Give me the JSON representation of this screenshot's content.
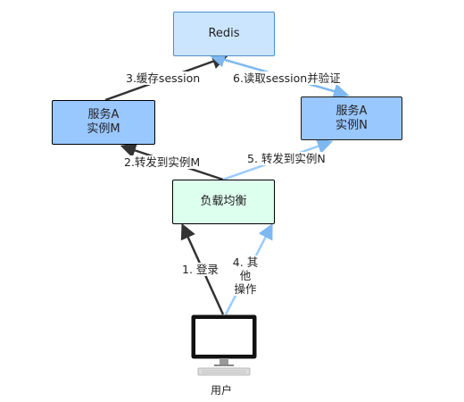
{
  "nodes": {
    "redis": {
      "label": "Redis"
    },
    "service_m": {
      "line1": "服务A",
      "line2": "实例M"
    },
    "service_n": {
      "line1": "服务A",
      "line2": "实例N"
    },
    "load_balancer": {
      "label": "负载均衡"
    },
    "user": {
      "label": "用户"
    }
  },
  "edges": {
    "step1": "1. 登录",
    "step2": "2.转发到实例M",
    "step3": "3.缓存session",
    "step4_line1": "4. 其他",
    "step4_line2": "操作",
    "step5": "5. 转发到实例N",
    "step6": "6.读取session并验证"
  },
  "colors": {
    "dark_arrow": "#333333",
    "light_arrow": "#99ccff",
    "redis_fill": "#cce5ff",
    "service_fill": "#99c7ff",
    "lb_fill": "#ddffee"
  }
}
